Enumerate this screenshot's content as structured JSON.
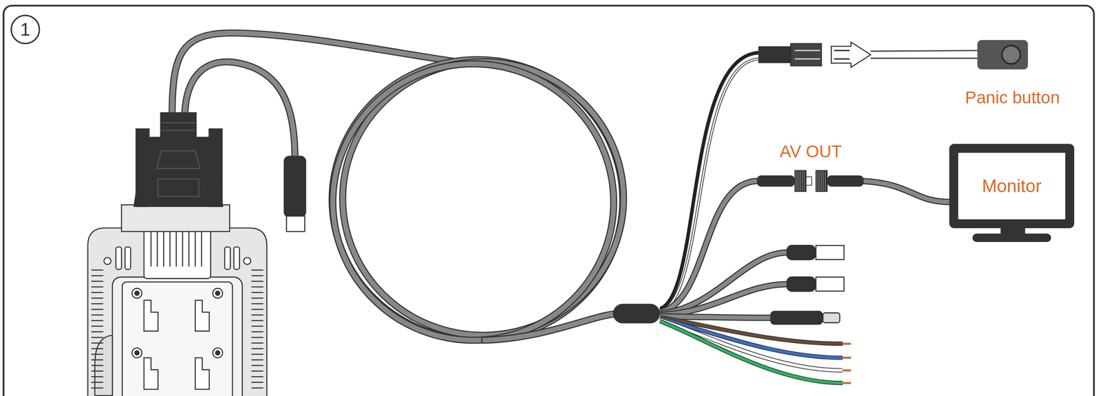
{
  "diagram": {
    "nodes": [
      {
        "text": [
          "Monitor"
        ]
      }
    ],
    "labels": [
      "1",
      "Panic button",
      "AV OUT"
    ]
  }
}
